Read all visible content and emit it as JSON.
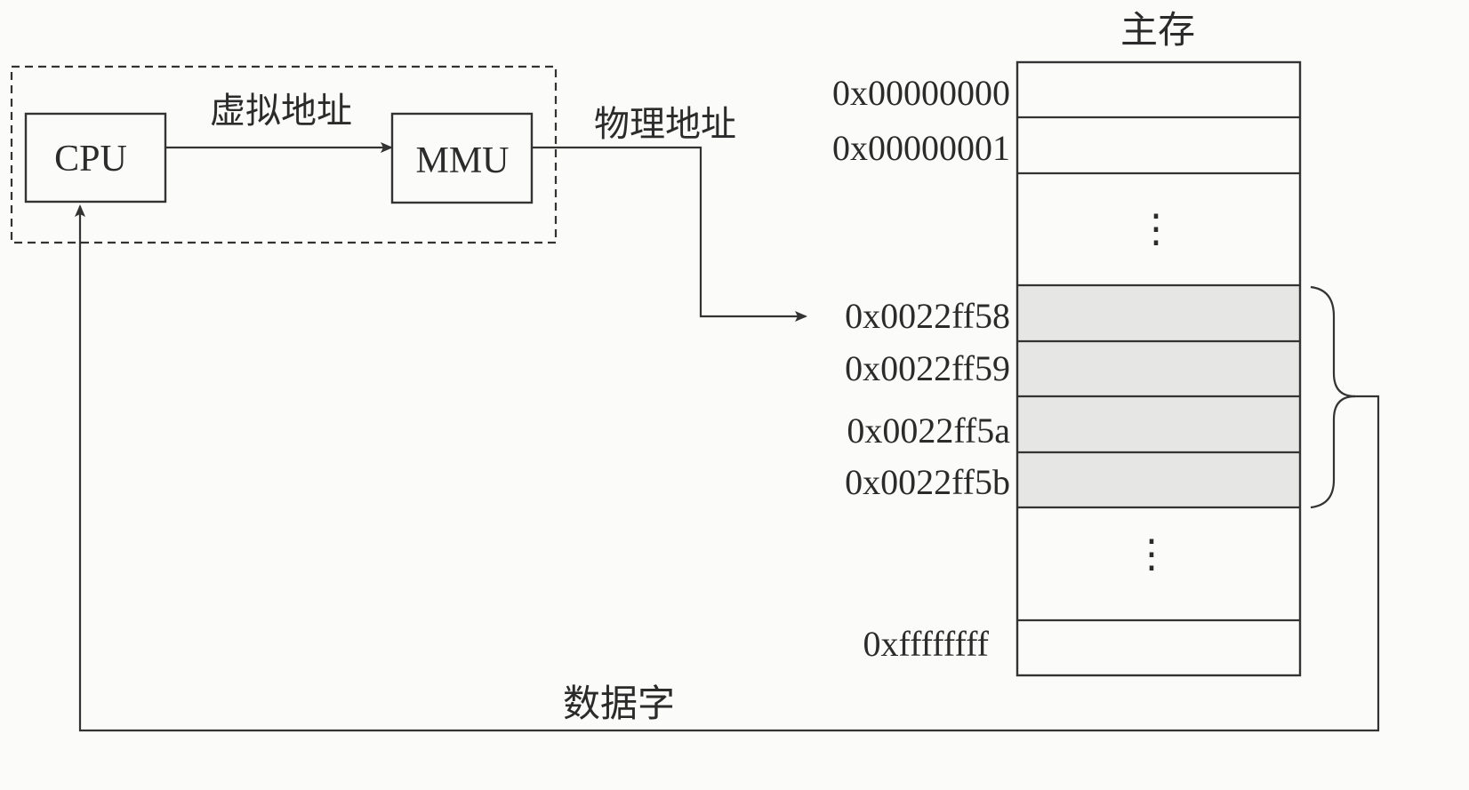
{
  "labels": {
    "cpu": "CPU",
    "mmu": "MMU",
    "virtual_address": "虚拟地址",
    "physical_address": "物理地址",
    "main_memory": "主存",
    "data_word": "数据字"
  },
  "memory": {
    "addresses": [
      "0x00000000",
      "0x00000001",
      "0x0022ff58",
      "0x0022ff59",
      "0x0022ff5a",
      "0x0022ff5b",
      "0xffffffff"
    ],
    "ellipsis": "⋮"
  },
  "colors": {
    "line": "#333333",
    "highlight_fill": "#e6e6e4",
    "background": "#fbfbfa"
  }
}
